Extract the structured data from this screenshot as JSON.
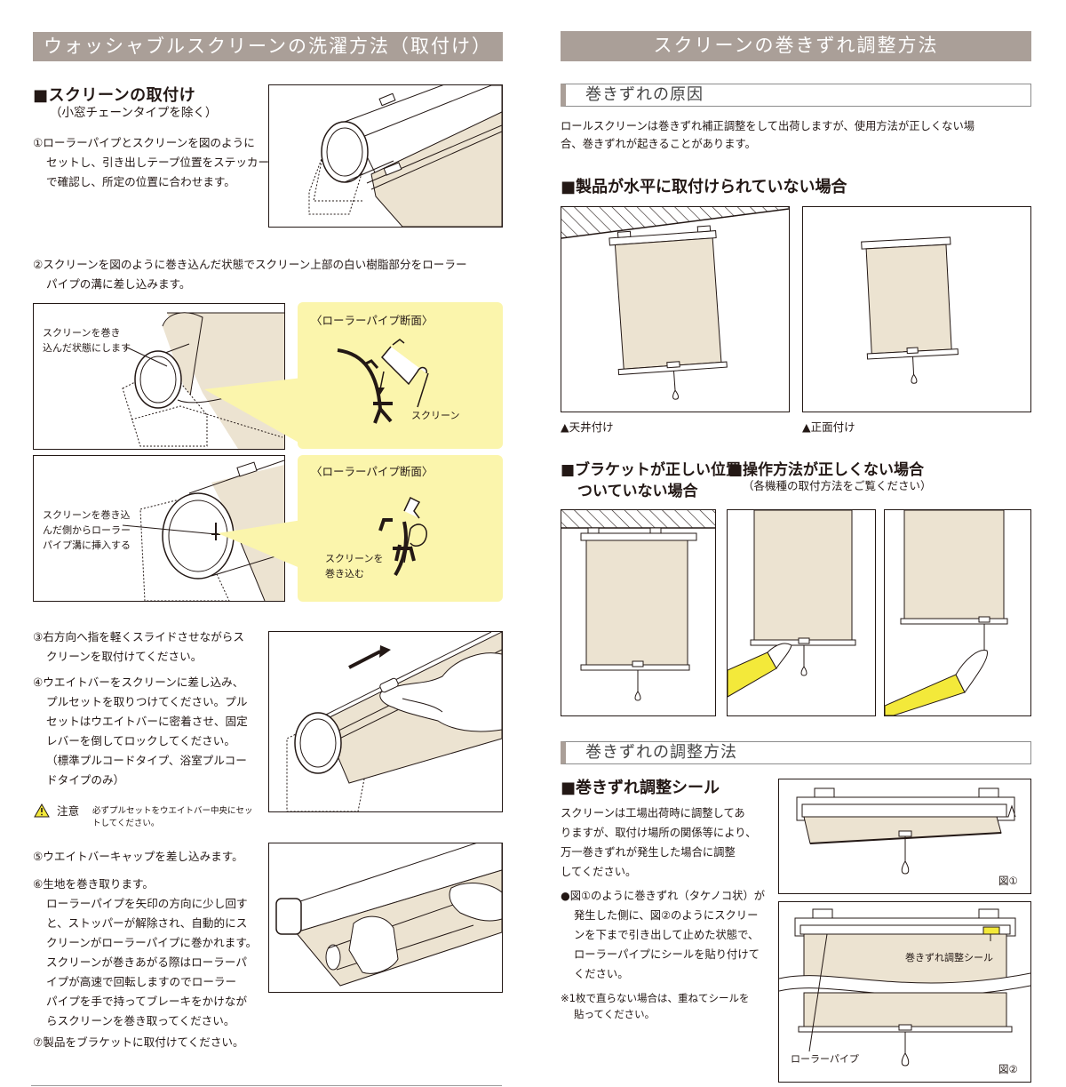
{
  "left": {
    "title": "ウォッシャブルスクリーンの洗濯方法（取付け）",
    "section_heading": "■スクリーンの取付け",
    "section_note": "（小窓チェーンタイプを除く）",
    "step1": [
      "①ローラーパイプとスクリーンを図のように",
      "セットし、引き出しテープ位置をステッカー",
      "で確認し、所定の位置に合わせます。"
    ],
    "step2": [
      "②スクリーンを図のように巻き込んだ状態でスクリーン上部の白い樹脂部分をローラー",
      "パイプの溝に差し込みます。"
    ],
    "fig_a_label": [
      "スクリーンを巻き",
      "込んだ状態にします"
    ],
    "fig_b_label": [
      "スクリーンを巻き込",
      "んだ側からローラー",
      "パイプ溝に挿入する"
    ],
    "section_title_a": "〈ローラーパイプ断面〉",
    "section_title_b": "〈ローラーパイプ断面〉",
    "section_label_a": "スクリーン",
    "section_label_b": [
      "スクリーンを",
      "巻き込む"
    ],
    "step3": [
      "③右方向へ指を軽くスライドさせながらス",
      "クリーンを取付けてください。"
    ],
    "step4": [
      "④ウエイトバーをスクリーンに差し込み、",
      "プルセットを取りつけてください。プル",
      "セットはウエイトバーに密着させ、固定",
      "レバーを倒してロックしてください。",
      "（標準プルコードタイプ、浴室プルコー",
      "ドタイプのみ）"
    ],
    "caution_label": "注意",
    "caution_text": [
      "必ずプルセットをウエイトバー中央にセッ",
      "トしてください。"
    ],
    "step5": "⑤ウエイトバーキャップを差し込みます。",
    "step6": [
      "⑥生地を巻き取ります。",
      "ローラーパイプを矢印の方向に少し回す",
      "と、ストッパーが解除され、自動的にス",
      "クリーンがローラーパイプに巻かれます。",
      "スクリーンが巻きあがる際はローラーパ",
      "イプが高速で回転しますのでローラー",
      "パイプを手で持ってブレーキをかけなが",
      "らスクリーンを巻き取ってください。"
    ],
    "step7": "⑦製品をブラケットに取付けてください。"
  },
  "right": {
    "title": "スクリーンの巻きずれ調整方法",
    "cause_heading": "巻きずれの原因",
    "cause_text": [
      "ロールスクリーンは巻きずれ補正調整をして出荷しますが、使用方法が正しくない場",
      "合、巻きずれが起きることがあります。"
    ],
    "not_level_heading": "■製品が水平に取付けられていない場合",
    "ceiling_caption": "▲天井付け",
    "front_caption": "▲正面付け",
    "bracket_heading": [
      "■ブラケットが正しい位置",
      "ついていない場合"
    ],
    "operation_heading": "■操作方法が正しくない場合",
    "operation_note": "（各機種の取付方法をご覧ください）",
    "adjust_heading": "巻きずれの調整方法",
    "seal_heading": "■巻きずれ調整シール",
    "seal_text": [
      "スクリーンは工場出荷時に調整してあ",
      "りますが、取付け場所の関係等により、",
      "万一巻きずれが発生した場合に調整",
      "してください。"
    ],
    "bullet_text": [
      "●図①のように巻きずれ（タケノコ状）が",
      "発生した側に、図②のようにスクリー",
      "ンを下まで引き出して止めた状態で、",
      "ローラーパイプにシールを貼り付けて",
      "ください。"
    ],
    "note_text": [
      "※1枚で直らない場合は、重ねてシールを",
      "貼ってください。"
    ],
    "fig1_label": "図①",
    "fig2_label": "図②",
    "seal_label": "巻きずれ調整シール",
    "pipe_label": "ローラーパイプ"
  },
  "colors": {
    "band": "#aa9f98",
    "fabric": "#ece3d1",
    "yellow_panel": "#fbf5ac",
    "sleeve": "#f3e93a"
  }
}
